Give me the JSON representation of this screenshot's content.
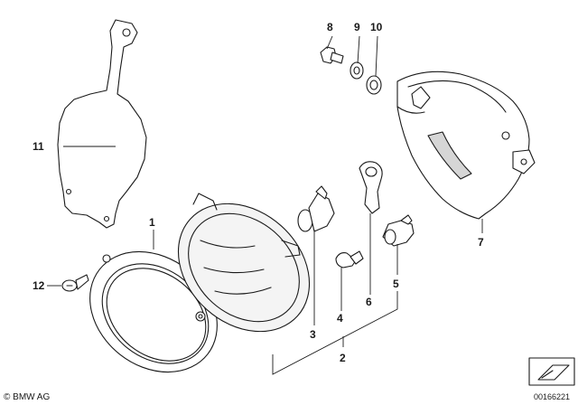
{
  "callouts": {
    "c1": "1",
    "c2": "2",
    "c3": "3",
    "c4": "4",
    "c5": "5",
    "c6": "6",
    "c7": "7",
    "c8": "8",
    "c9": "9",
    "c10": "10",
    "c11": "11",
    "c12": "12"
  },
  "footer": {
    "copyright": "© BMW AG",
    "document_number": "00166221"
  }
}
